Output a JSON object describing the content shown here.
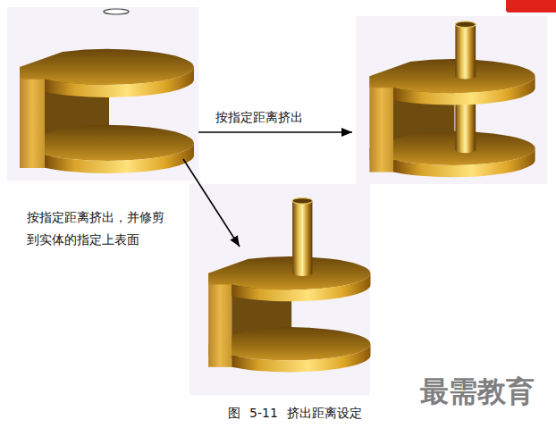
{
  "diagram": {
    "caption": "图 5-11 挤出距离设定",
    "labels": [
      "按指定距离挤出",
      "按指定距离挤出，并修剪 到实体的指定上表面",
      "最需教育"
    ]
  }
}
